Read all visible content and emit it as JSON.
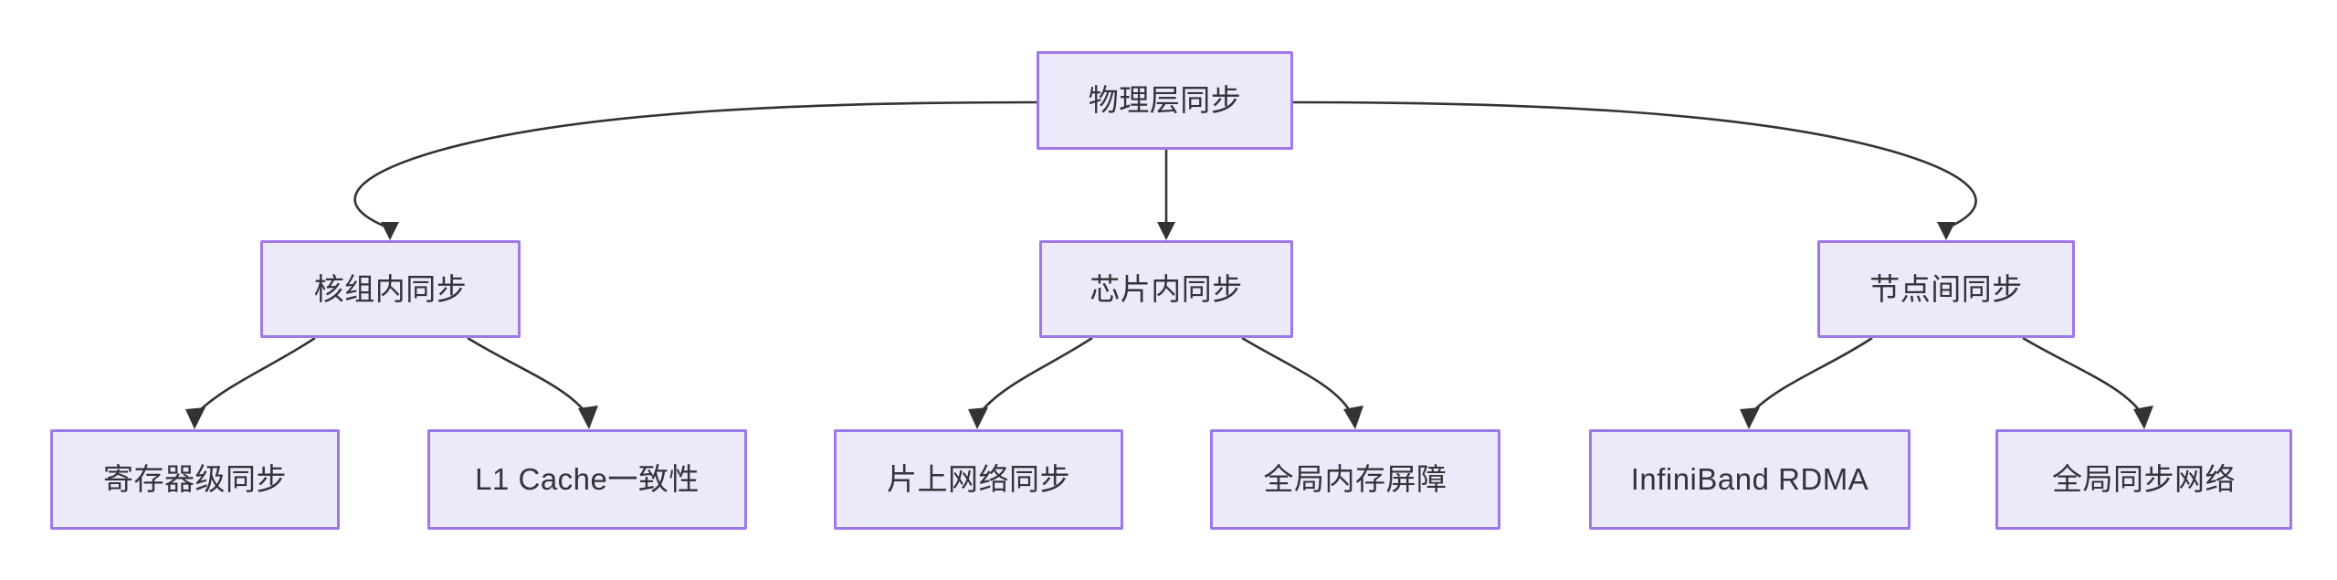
{
  "diagram": {
    "type": "flowchart",
    "direction": "top-down",
    "title": "物理层同步",
    "background_color": "#ffffff",
    "node_fill_color": "#ece9fb",
    "node_border_color": "#9f78e8",
    "node_text_color": "#333338",
    "edge_color": "#333333",
    "nodes": [
      {
        "id": "root",
        "label": "物理层同步",
        "tier": 1
      },
      {
        "id": "coregroup",
        "label": "核组内同步",
        "tier": 2
      },
      {
        "id": "chip",
        "label": "芯片内同步",
        "tier": 2
      },
      {
        "id": "internode",
        "label": "节点间同步",
        "tier": 2
      },
      {
        "id": "register",
        "label": "寄存器级同步",
        "tier": 3
      },
      {
        "id": "l1cache",
        "label": "L1 Cache一致性",
        "tier": 3
      },
      {
        "id": "noc",
        "label": "片上网络同步",
        "tier": 3
      },
      {
        "id": "membar",
        "label": "全局内存屏障",
        "tier": 3
      },
      {
        "id": "ibrdma",
        "label": "InfiniBand RDMA",
        "tier": 3
      },
      {
        "id": "syncnet",
        "label": "全局同步网络",
        "tier": 3
      }
    ],
    "edges": [
      {
        "from": "root",
        "to": "coregroup"
      },
      {
        "from": "root",
        "to": "chip"
      },
      {
        "from": "root",
        "to": "internode"
      },
      {
        "from": "coregroup",
        "to": "register"
      },
      {
        "from": "coregroup",
        "to": "l1cache"
      },
      {
        "from": "chip",
        "to": "noc"
      },
      {
        "from": "chip",
        "to": "membar"
      },
      {
        "from": "internode",
        "to": "ibrdma"
      },
      {
        "from": "internode",
        "to": "syncnet"
      }
    ]
  }
}
